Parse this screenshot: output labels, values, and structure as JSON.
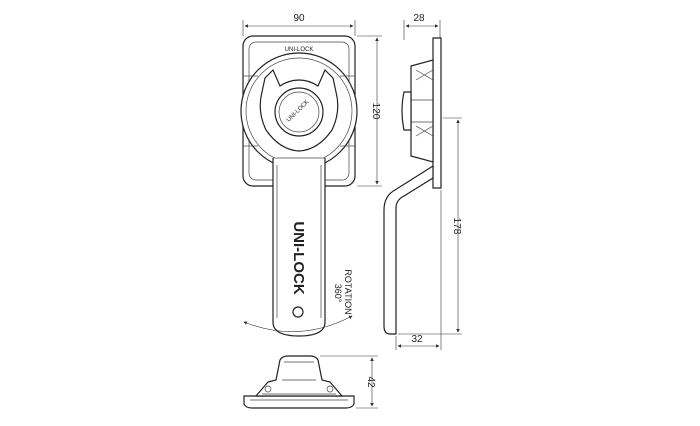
{
  "dimensions": {
    "front_width": "90",
    "front_height": "120",
    "side_depth": "28",
    "side_length": "178",
    "side_handle_depth": "32",
    "bottom_height": "42"
  },
  "labels": {
    "plate_brand": "UNI-LOCK",
    "cam_brand": "UNI-LOCK",
    "handle_brand": "UNI-LOCK",
    "rotation_degrees": "360°",
    "rotation_word": "ROTATION"
  },
  "colors": {
    "line": "#222222",
    "background": "#ffffff"
  }
}
